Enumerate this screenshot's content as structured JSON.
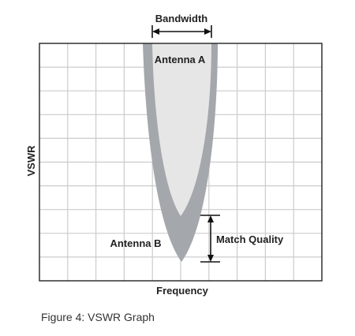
{
  "figure": {
    "caption": "Figure 4: VSWR Graph",
    "y_axis_label": "VSWR",
    "x_axis_label": "Frequency",
    "bandwidth_label": "Bandwidth",
    "match_quality_label": "Match Quality",
    "curves": [
      {
        "label": "Antenna A"
      },
      {
        "label": "Antenna B"
      }
    ],
    "grid": {
      "columns": 10,
      "rows": 10
    },
    "colors": {
      "antenna_a_fill": "#e6e6e6",
      "antenna_b_fill": "#a4a7ab",
      "grid_line": "#cccccc",
      "frame": "#222222",
      "annotation": "#111111"
    }
  }
}
